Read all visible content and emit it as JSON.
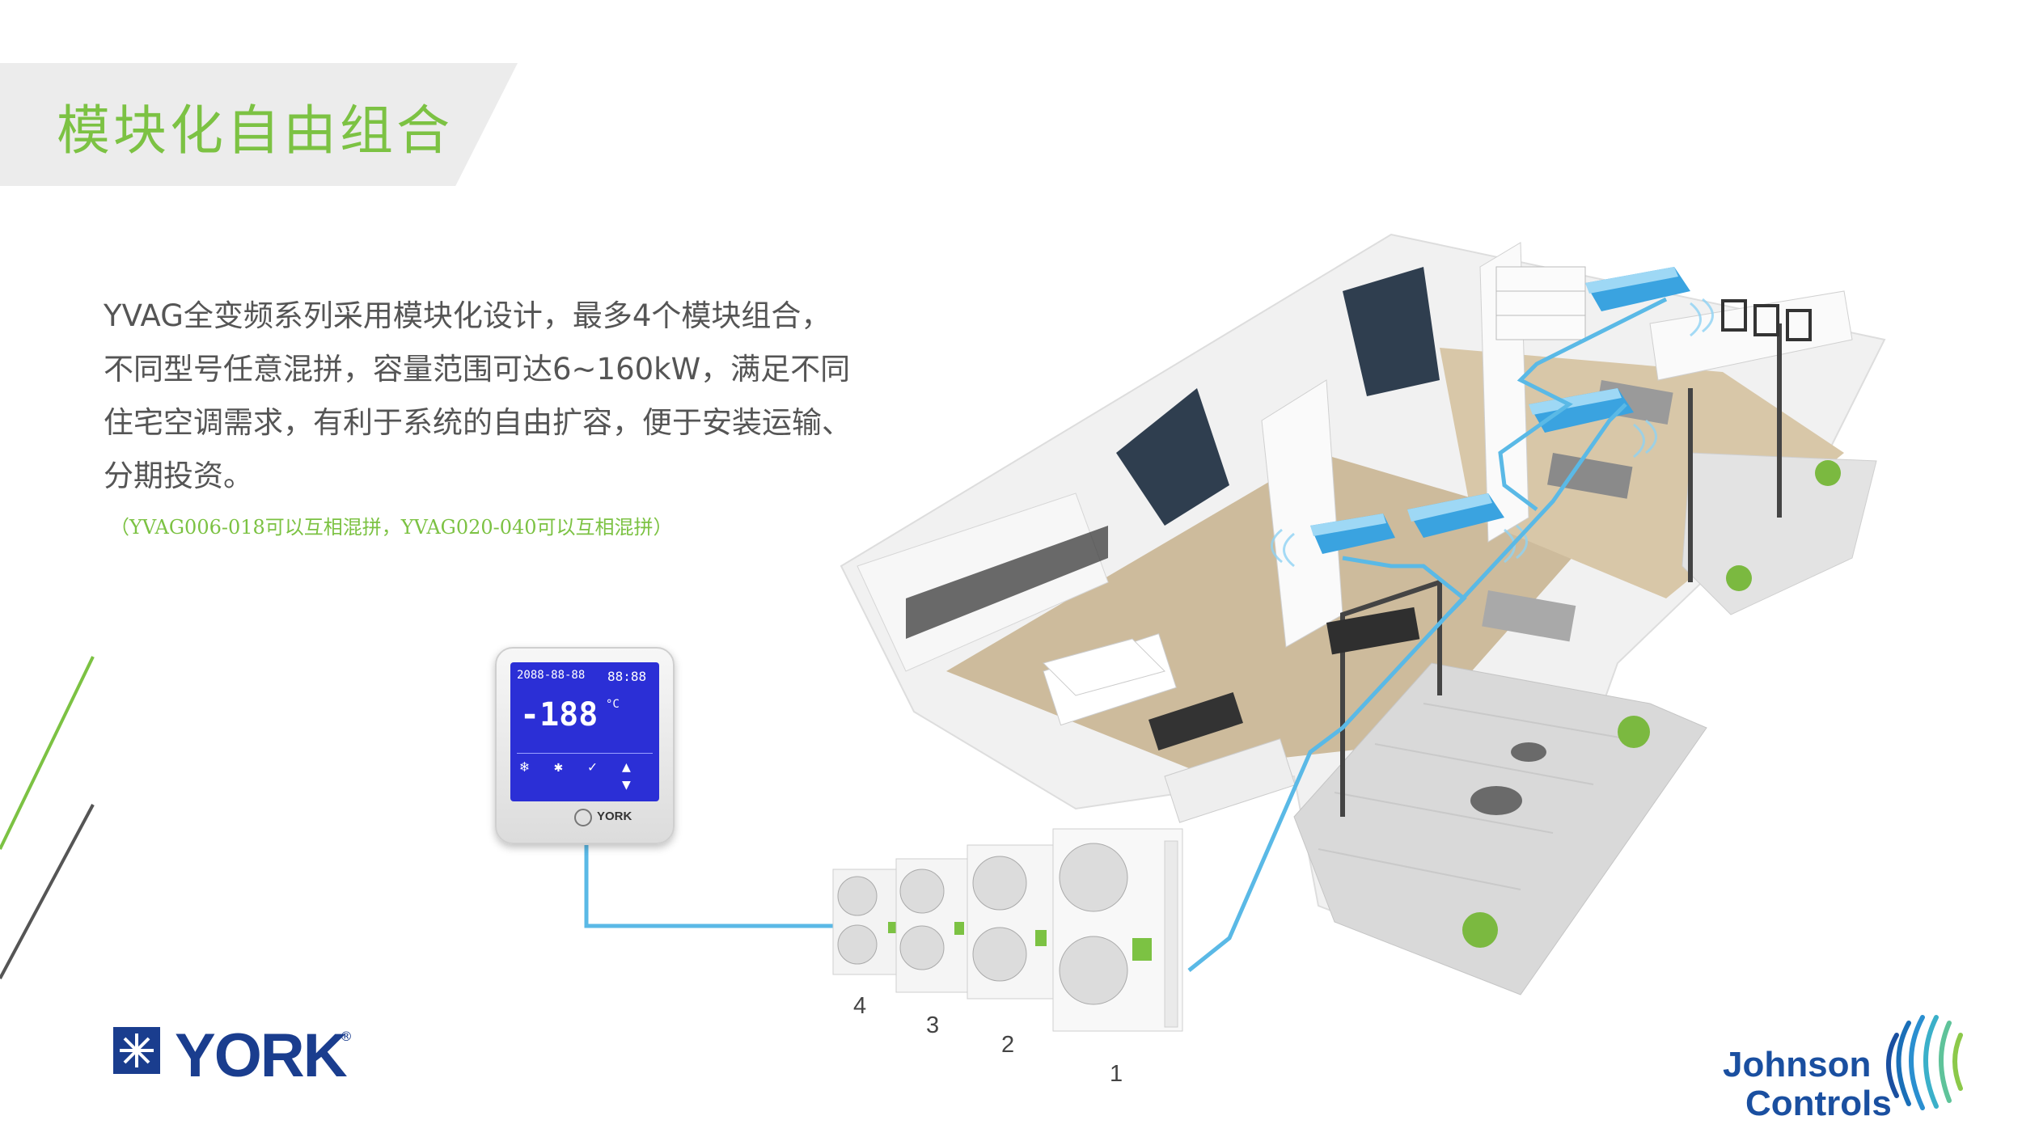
{
  "header": {
    "title": "模块化自由组合"
  },
  "description": {
    "lines": [
      "YVAG全变频系列采用模块化设计，最多4个模块组合，",
      "不同型号任意混拼，容量范围可达6~160kW，满足不同",
      "住宅空调需求，有利于系统的自由扩容，便于安装运输、",
      "分期投资。"
    ],
    "note": "（YVAG006-018可以互相混拼，YVAG020-040可以互相混拼）"
  },
  "controller": {
    "display": "-188",
    "date": "2088-88-88",
    "time": "88:88",
    "unit": "°C",
    "brand": "YORK"
  },
  "modules": {
    "labels": [
      "4",
      "3",
      "2",
      "1"
    ]
  },
  "logos": {
    "york": "YORK",
    "york_mark": "®",
    "jc_line1": "Johnson",
    "jc_line2": "Controls"
  },
  "colors": {
    "accent_green": "#7cc243",
    "pipe_blue": "#5ab9e6",
    "york_blue": "#1a3d8e",
    "jc_blue": "#1a4fa0"
  },
  "icons": [
    "snowflake-icon",
    "jc-swirl-icon",
    "fan-icon"
  ]
}
